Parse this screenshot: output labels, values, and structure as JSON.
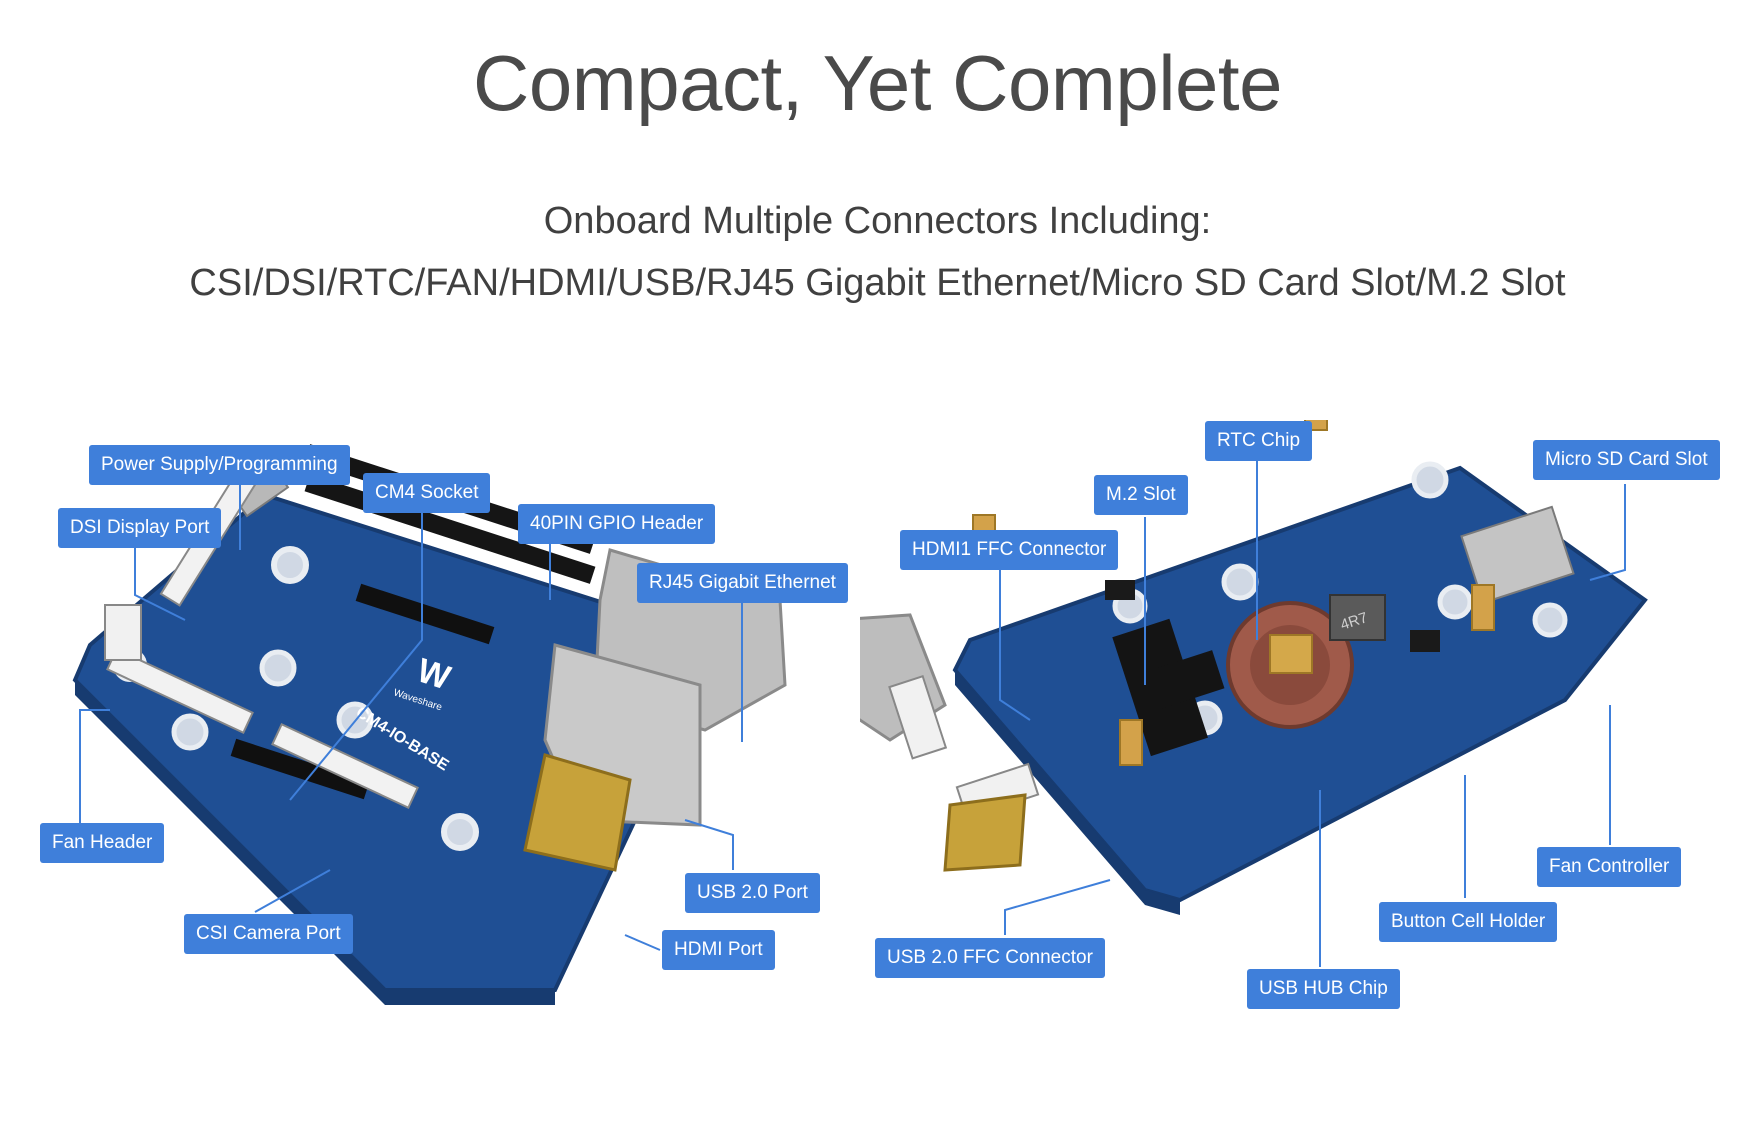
{
  "header": {
    "title": "Compact, Yet Complete",
    "subtitle_line1": "Onboard Multiple Connectors Including:",
    "subtitle_line2": "CSI/DSI/RTC/FAN/HDMI/USB/RJ45 Gigabit Ethernet/Micro SD Card Slot/M.2 Slot"
  },
  "left_board": {
    "logo_text": "W",
    "brand_text": "Waveshare",
    "model_text": "CM4-IO-BASE",
    "labels": {
      "power": "Power Supply/Programming",
      "dsi": "DSI Display Port",
      "cm4": "CM4 Socket",
      "gpio": "40PIN GPIO Header",
      "rj45": "RJ45 Gigabit Ethernet",
      "fan": "Fan Header",
      "usb": "USB 2.0 Port",
      "csi": "CSI Camera Port",
      "hdmi": "HDMI Port"
    }
  },
  "right_board": {
    "chip_text": "4R7",
    "labels": {
      "rtc": "RTC Chip",
      "m2": "M.2 Slot",
      "sd": "Micro SD Card Slot",
      "hdmi1": "HDMI1 FFC Connector",
      "fanctl": "Fan Controller",
      "cell": "Button Cell Holder",
      "usbffc": "USB 2.0 FFC Connector",
      "hub": "USB HUB Chip"
    }
  },
  "colors": {
    "label_bg": "#3f7fda",
    "pcb": "#1f4f94",
    "pcb_dark": "#173b70",
    "leader": "#3f7fda"
  }
}
